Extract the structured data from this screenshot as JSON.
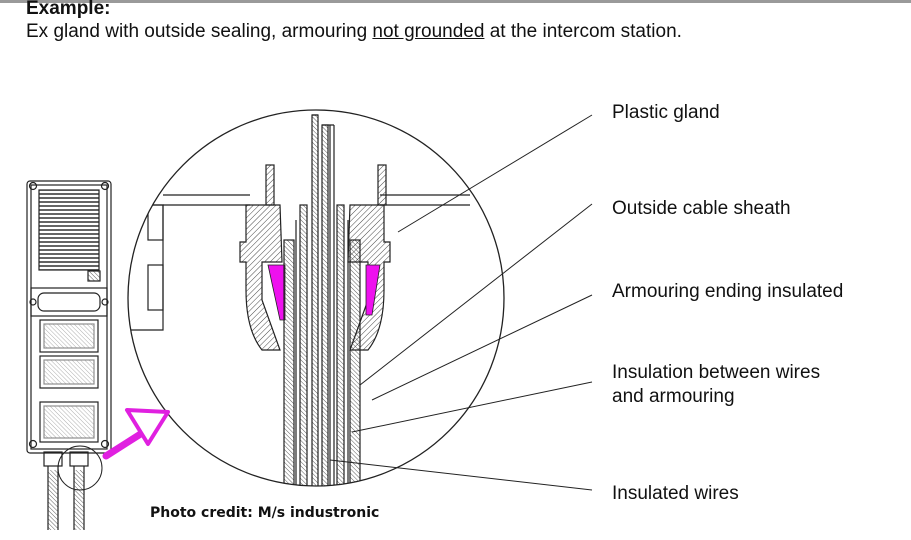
{
  "heading": {
    "title": "Example:",
    "subtitle_pre": "Ex gland with outside sealing, armouring ",
    "subtitle_underlined": "not grounded",
    "subtitle_post": " at the intercom station."
  },
  "labels": {
    "plastic_gland": "Plastic gland",
    "outside_cable_sheath": "Outside cable sheath",
    "armouring_ending_insulated": "Armouring ending insulated",
    "insulation_line1": "Insulation between wires",
    "insulation_line2": "and armouring",
    "insulated_wires": "Insulated wires"
  },
  "credit": "Photo credit: M/s industronic",
  "colors": {
    "seal_magenta": "#ee11ee",
    "arrow_magenta": "#e020e0",
    "line": "#222222"
  }
}
